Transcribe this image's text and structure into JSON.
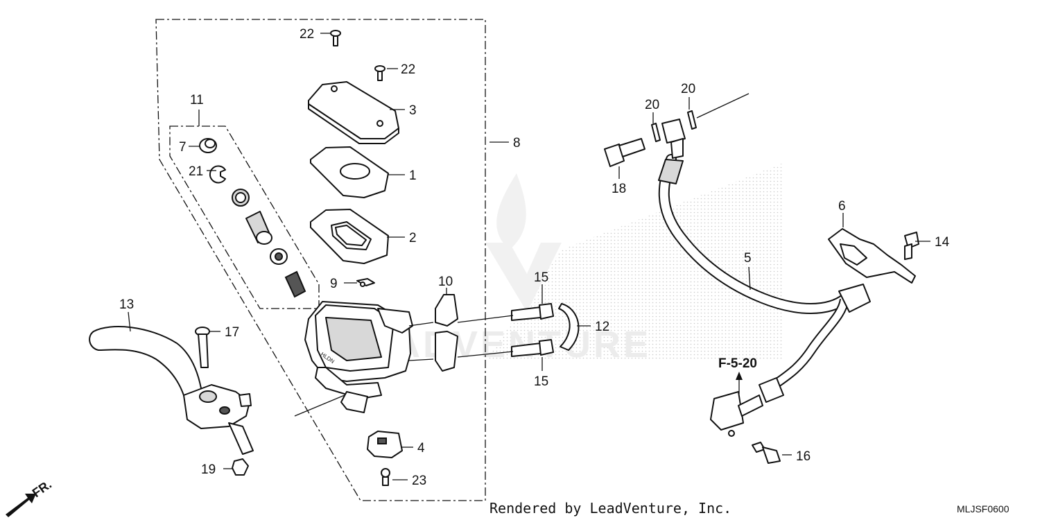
{
  "callouts": {
    "c1": "1",
    "c2": "2",
    "c3": "3",
    "c4": "4",
    "c5": "5",
    "c6": "6",
    "c7": "7",
    "c8": "8",
    "c9": "9",
    "c10": "10",
    "c11": "11",
    "c12": "12",
    "c13": "13",
    "c14": "14",
    "c15a": "15",
    "c15b": "15",
    "c16": "16",
    "c17": "17",
    "c18": "18",
    "c19": "19",
    "c20a": "20",
    "c20b": "20",
    "c21": "21",
    "c22a": "22",
    "c22b": "22",
    "c23": "23"
  },
  "reference": "F-5-20",
  "credit": "Rendered by LeadVenture, Inc.",
  "diagram_code": "MLJSF0600",
  "direction": "FR.",
  "watermark": "LEADVENTURE",
  "colors": {
    "line": "#111111",
    "watermark": "#ececec",
    "background": "#ffffff"
  }
}
